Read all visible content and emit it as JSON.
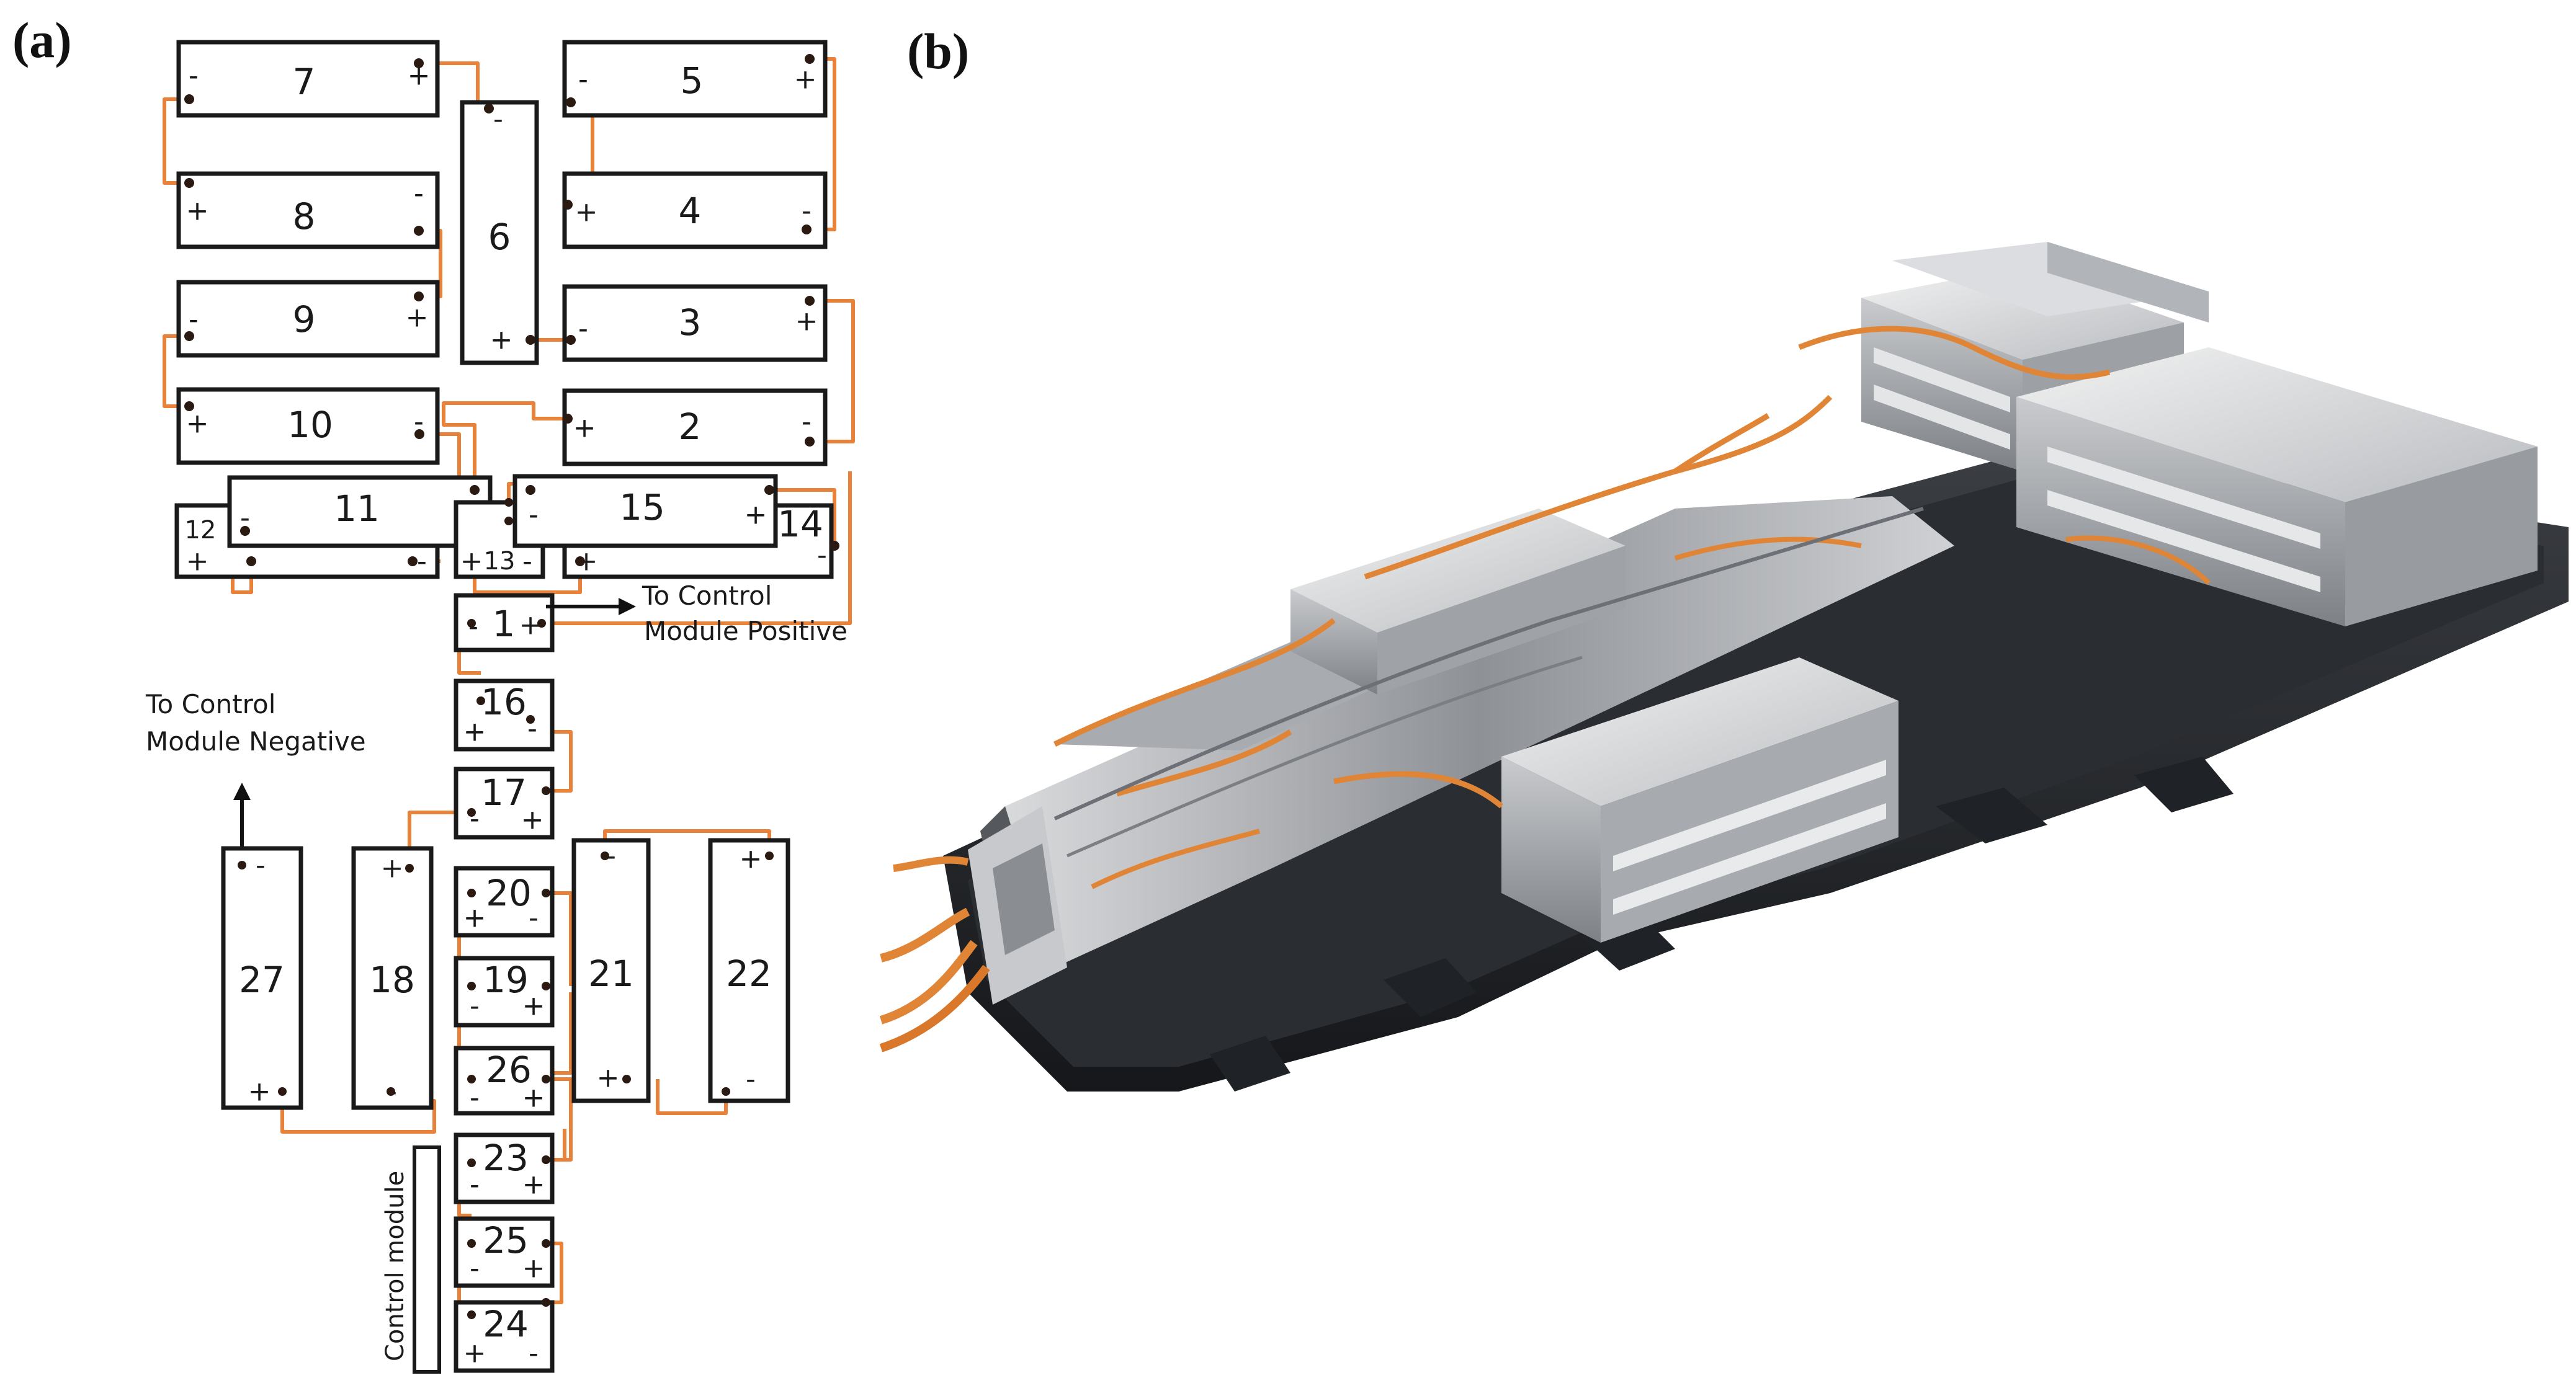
{
  "panels": {
    "a_label": "(a)",
    "b_label": "(b)"
  },
  "diagram": {
    "modules": {
      "m1": "1",
      "m2": "2",
      "m3": "3",
      "m4": "4",
      "m5": "5",
      "m6": "6",
      "m7": "7",
      "m8": "8",
      "m9": "9",
      "m10": "10",
      "m11": "11",
      "m12": "12",
      "m13": "13",
      "m14": "14",
      "m15": "15",
      "m16": "16",
      "m17": "17",
      "m18": "18",
      "m19": "19",
      "m20": "20",
      "m21": "21",
      "m22": "22",
      "m23": "23",
      "m24": "24",
      "m25": "25",
      "m26": "26",
      "m27": "27"
    },
    "plus": "+",
    "minus": "-",
    "to_positive_line1": "To Control",
    "to_positive_line2": "Module Positive",
    "to_negative_line1": "To Control",
    "to_negative_line2": "Module Negative",
    "control_module": "Control module"
  },
  "colors": {
    "wire": "#e8823a",
    "outline": "#1a1a1a"
  },
  "photo": {
    "subject": "battery-pack-render"
  }
}
